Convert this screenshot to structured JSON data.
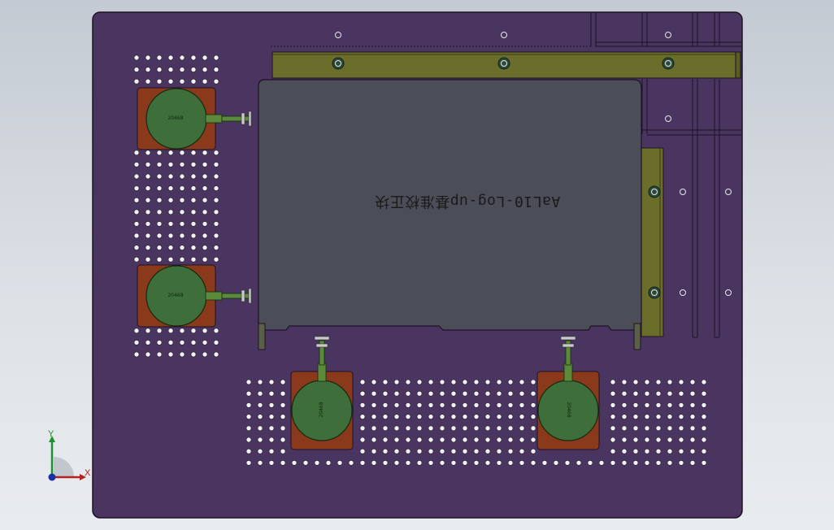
{
  "viewport": {
    "title": "",
    "background_top": "#c4cad3",
    "background_bottom": "#e9ecef"
  },
  "part": {
    "engraving": "AaL10-Log-up基准校正块",
    "engraving_mirrored": true,
    "sensor_label": "20468",
    "colors": {
      "plate": "#4a3460",
      "plate_edge": "#1e1226",
      "board": "#4b4e58",
      "rail": "#6b6e2a",
      "sensor_base": "#8a3a1a",
      "sensor_disc": "#3e6e3a",
      "hole": "#f2f2f2"
    }
  },
  "triad": {
    "x_label": "X",
    "y_label": "Y",
    "colors": {
      "x": "#b22222",
      "y": "#1f8f2f",
      "z": "#1b2fa8"
    }
  }
}
